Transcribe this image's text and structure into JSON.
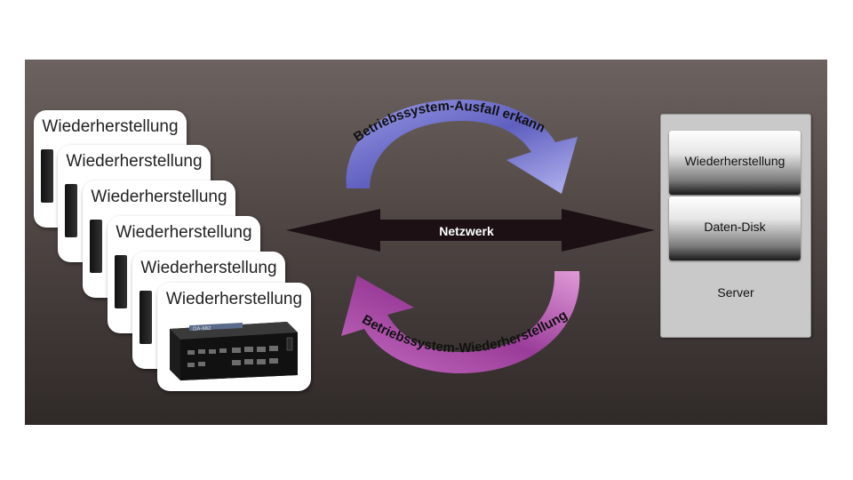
{
  "cards": [
    "Wiederherstellung",
    "Wiederherstellung",
    "Wiederherstellung",
    "Wiederherstellung",
    "Wiederherstellung",
    "Wiederherstellung"
  ],
  "network_label": "Netzwerk",
  "arrow_top_label": "Betriebssystem-Ausfall erkannt",
  "arrow_bottom_label": "Betriebssystem-Wiederherstellung",
  "server": {
    "disk_1": "Wiederherstellung",
    "disk_2": "Daten-Disk",
    "label": "Server"
  },
  "device_badge": "DA-682",
  "colors": {
    "arrow_top": "#8a8ad6",
    "arrow_bottom": "#b44fb0",
    "network_arrow": "#1a1014"
  }
}
